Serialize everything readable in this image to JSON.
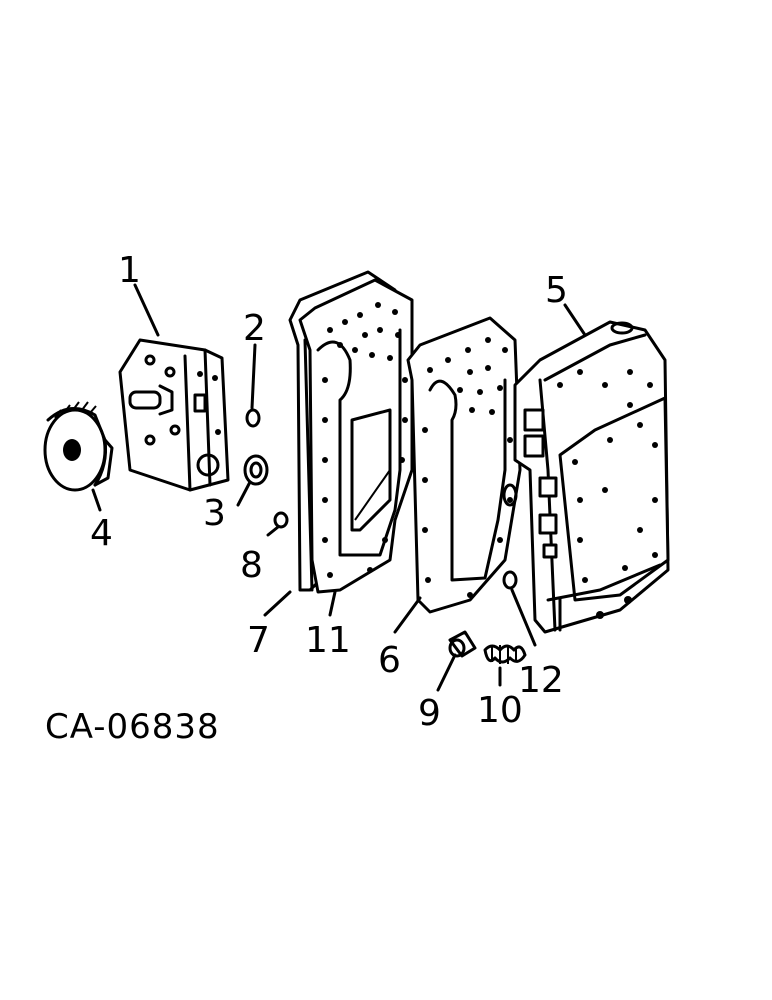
{
  "diagram": {
    "drawing_code": "CA-06838",
    "callouts": [
      "1",
      "2",
      "3",
      "4",
      "5",
      "6",
      "7",
      "8",
      "9",
      "10",
      "11",
      "12"
    ]
  }
}
